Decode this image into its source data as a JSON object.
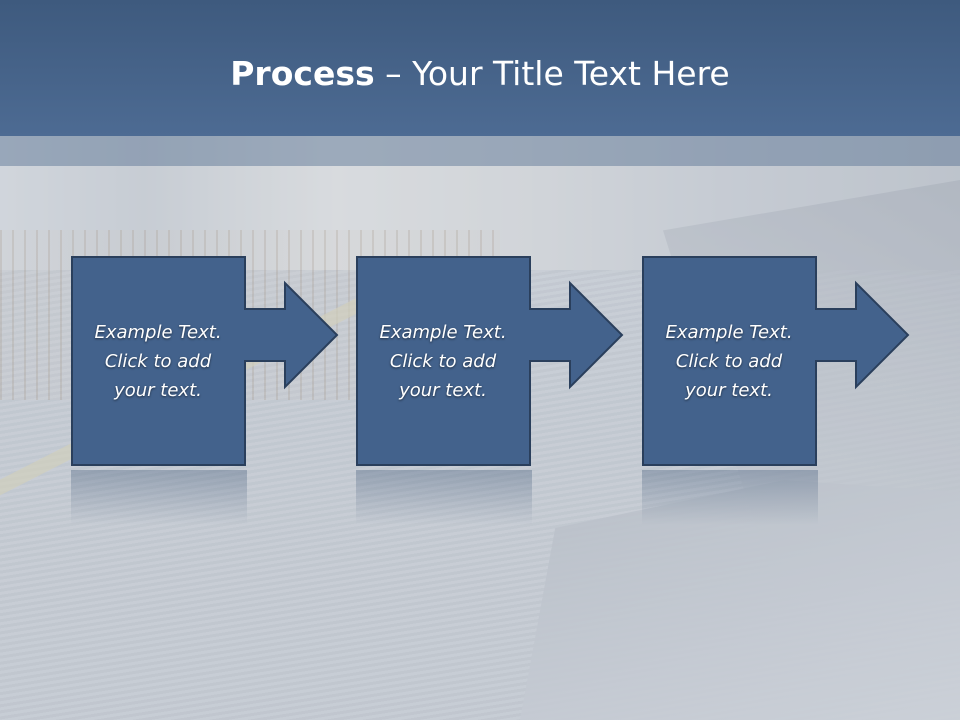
{
  "slide": {
    "title_bold": "Process",
    "title_rest": " – Your Title Text Here"
  },
  "steps": [
    {
      "text": "Example Text.\nClick  to add\nyour text."
    },
    {
      "text": "Example Text.\nClick  to add\nyour text."
    },
    {
      "text": "Example Text.\nClick  to add\nyour text."
    }
  ],
  "colors": {
    "header": "#47648b",
    "box_fill": "#43628c",
    "box_border": "#2a3f5c",
    "text": "#ffffff"
  }
}
